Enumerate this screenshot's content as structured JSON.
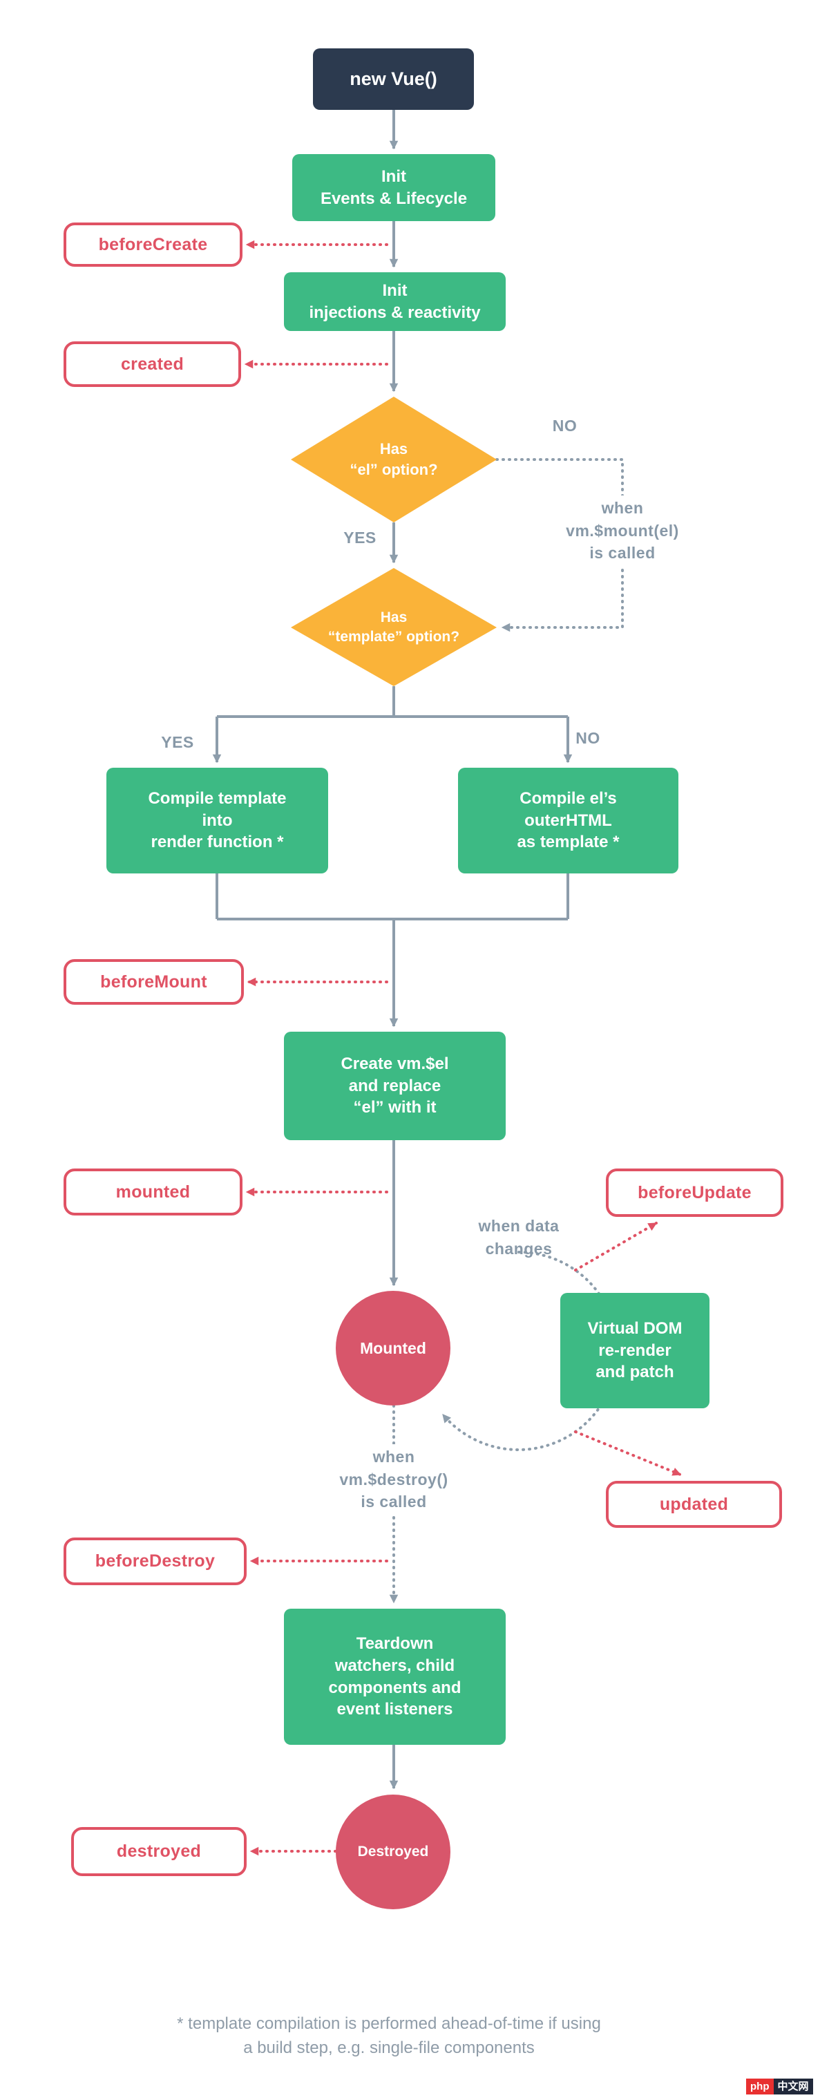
{
  "colors": {
    "navy": "#2c3a4f",
    "green": "#3dba84",
    "orange": "#fab339",
    "rose_circle": "#d8566b",
    "hook_red": "#e05264",
    "line_gray": "#8d9dab"
  },
  "nodes": {
    "new_vue": {
      "label": "new Vue()"
    },
    "init_events": {
      "label": "Init\nEvents & Lifecycle"
    },
    "init_injections": {
      "label": "Init\ninjections & reactivity"
    },
    "has_el": {
      "label": "Has\n“el” option?"
    },
    "has_template": {
      "label": "Has\n“template” option?"
    },
    "compile_template": {
      "label": "Compile template\ninto\nrender function *"
    },
    "compile_el": {
      "label": "Compile el’s\nouterHTML\nas template *"
    },
    "create_vm": {
      "label": "Create vm.$el\nand replace\n“el” with it"
    },
    "mounted_state": {
      "label": "Mounted"
    },
    "vdom": {
      "label": "Virtual DOM\nre-render\nand patch"
    },
    "teardown": {
      "label": "Teardown\nwatchers, child\ncomponents and\nevent listeners"
    },
    "destroyed_state": {
      "label": "Destroyed"
    }
  },
  "hooks": {
    "before_create": "beforeCreate",
    "created": "created",
    "before_mount": "beforeMount",
    "mounted": "mounted",
    "before_update": "beforeUpdate",
    "updated": "updated",
    "before_destroy": "beforeDestroy",
    "destroyed": "destroyed"
  },
  "labels": {
    "no_el": "NO",
    "yes_el": "YES",
    "yes_template": "YES",
    "no_template": "NO",
    "when_mount": "when\nvm.$mount(el)\nis called",
    "when_data": "when data\nchanges",
    "when_destroy": "when\nvm.$destroy()\nis called",
    "footnote": "* template compilation is performed ahead-of-time if using\na build step, e.g. single-file components"
  },
  "watermark": {
    "left": "php",
    "right": "中文网"
  }
}
